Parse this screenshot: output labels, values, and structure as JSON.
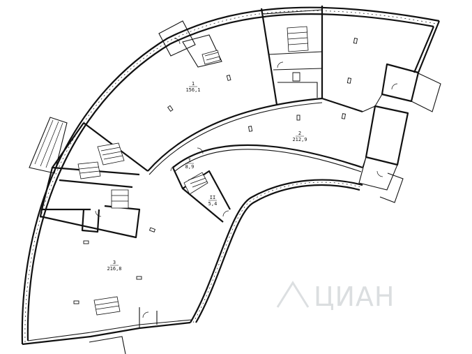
{
  "rooms": [
    {
      "id": "r1",
      "num": "1",
      "area": "156,1"
    },
    {
      "id": "r2",
      "num": "2",
      "area": "212,9"
    },
    {
      "id": "r3",
      "num": "3",
      "area": "216,8"
    },
    {
      "id": "rI",
      "num": "I",
      "area": "8,9"
    },
    {
      "id": "rII",
      "num": "II",
      "area": "5,4"
    }
  ],
  "watermark": {
    "text": "ЦИАН"
  },
  "colors": {
    "wall": "#111111",
    "watermark": "#9aa3a8",
    "background": "#ffffff"
  }
}
